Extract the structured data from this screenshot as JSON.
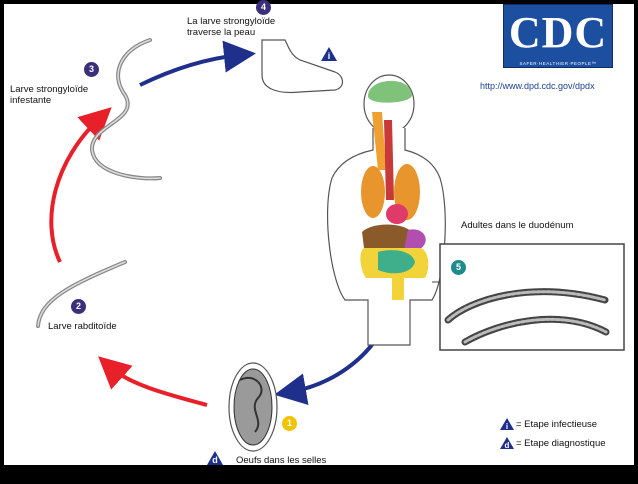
{
  "colors": {
    "background": "#ffffff",
    "frame": "#000000",
    "arrow_red": "#e8202a",
    "arrow_blue": "#1f2f8c",
    "badge_purple": "#3a2f7a",
    "badge_teal": "#1f8c8c",
    "badge_yellow": "#f2c300",
    "cdc_blue": "#1d4fa0"
  },
  "logo": {
    "text": "CDC",
    "tagline": "SAFER·HEALTHIER·PEOPLE™",
    "url": "http://www.dpd.cdc.gov/dpdx"
  },
  "stages": [
    {
      "num": "1",
      "label": "Oeufs dans les selles",
      "badge_color": "badge_yellow"
    },
    {
      "num": "2",
      "label": "Larve rabditoïde",
      "badge_color": "badge_purple"
    },
    {
      "num": "3",
      "label": "Larve strongyloïde\ninfestante",
      "badge_color": "badge_purple"
    },
    {
      "num": "4",
      "label": "La larve strongyloïde\ntraverse la peau",
      "badge_color": "badge_purple"
    },
    {
      "num": "5",
      "label": "Adultes dans le duodénum",
      "badge_color": "badge_teal"
    }
  ],
  "legend": [
    {
      "icon": "i",
      "label": "= Etape infectieuse"
    },
    {
      "icon": "d",
      "label": "= Etape diagnostique"
    }
  ]
}
